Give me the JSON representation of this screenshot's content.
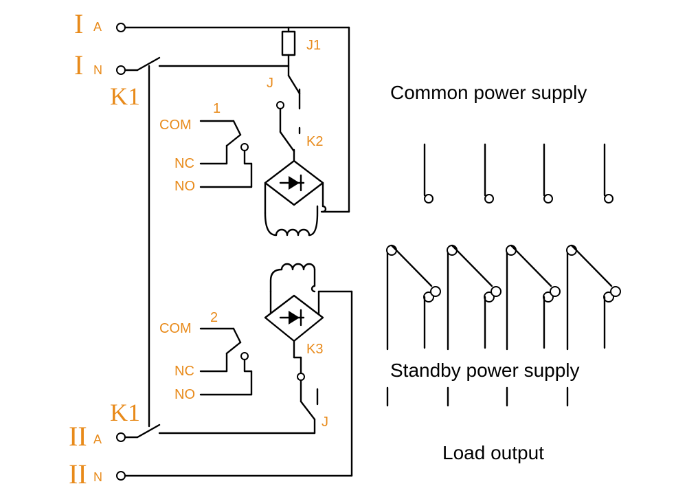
{
  "terminals": {
    "I_A": {
      "roman": "I",
      "sub": "A"
    },
    "I_N": {
      "roman": "I",
      "sub": "N"
    },
    "II_A": {
      "roman": "II",
      "sub": "A"
    },
    "II_N": {
      "roman": "II",
      "sub": "N"
    }
  },
  "labels": {
    "k1_top": "K1",
    "k1_bottom": "K1",
    "j1": "J1",
    "j_top": "J",
    "j_bottom": "J",
    "k2": "K2",
    "k3": "K3",
    "relay1": "1",
    "relay2": "2",
    "com1": "COM",
    "nc1": "NC",
    "no1": "NO",
    "com2": "COM",
    "nc2": "NC",
    "no2": "NO"
  },
  "captions": {
    "common": "Common power supply",
    "standby": "Standby power supply",
    "load": "Load output"
  },
  "colors": {
    "accent": "#e88a1a",
    "line": "#000000"
  }
}
